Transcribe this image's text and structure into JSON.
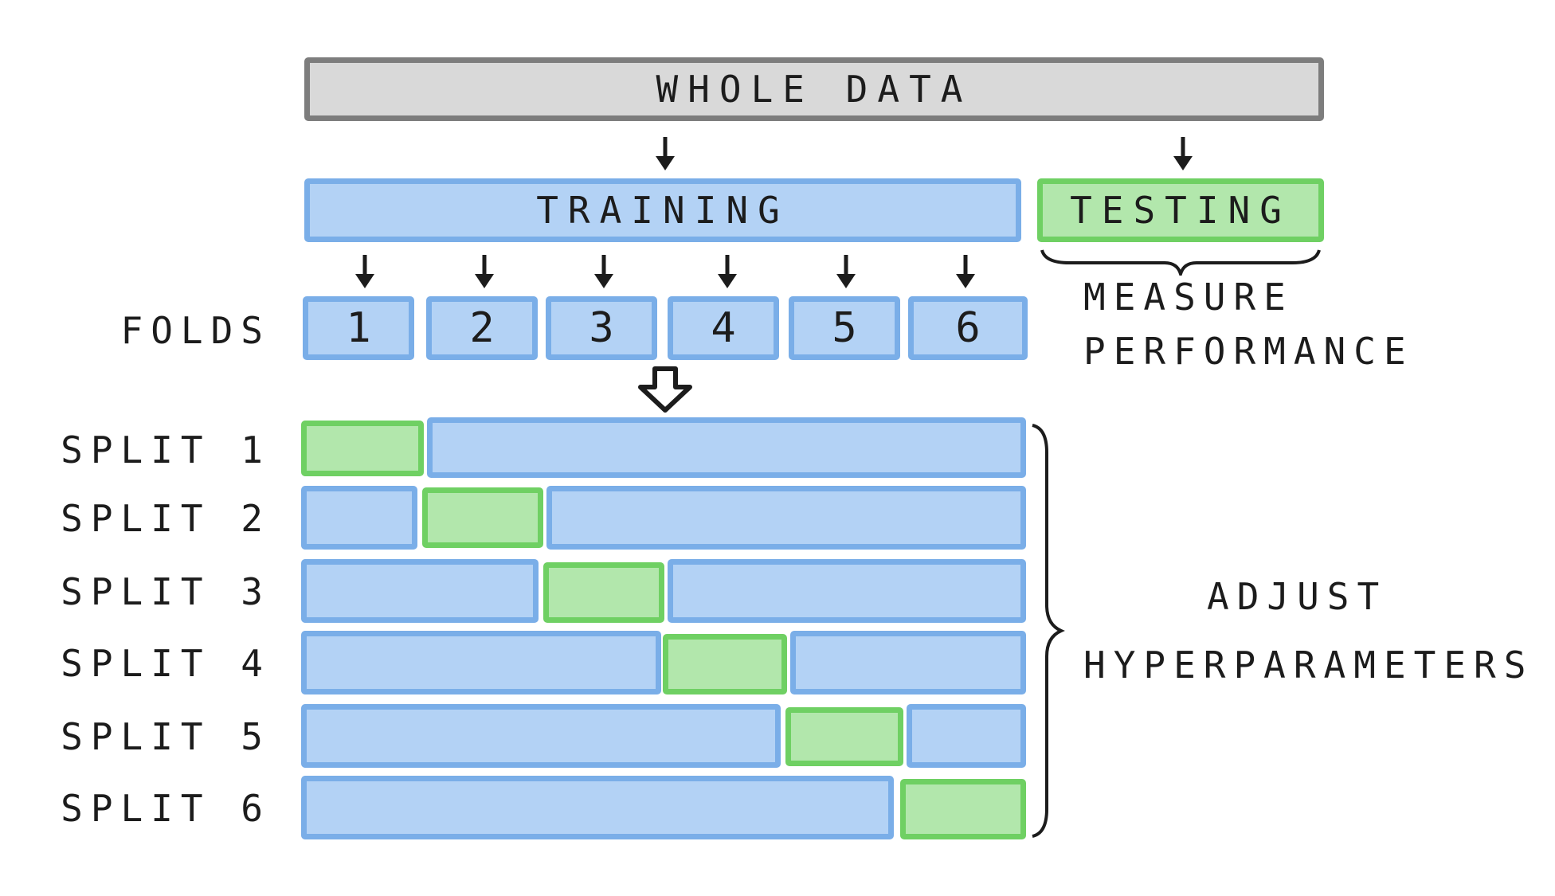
{
  "whole_data": "WHOLE DATA",
  "training": "TRAINING",
  "testing": "TESTING",
  "folds_label": "FOLDS",
  "folds": [
    "1",
    "2",
    "3",
    "4",
    "5",
    "6"
  ],
  "measure": "MEASURE",
  "performance": "PERFORMANCE",
  "splits": [
    "SPLIT 1",
    "SPLIT 2",
    "SPLIT 3",
    "SPLIT 4",
    "SPLIT 5",
    "SPLIT 6"
  ],
  "adjust": "ADJUST",
  "hyperparameters": "HYPERPARAMETERS",
  "colors": {
    "whole": "#d9d9d9",
    "training": "#b3d2f5",
    "testing": "#b2e7ac"
  }
}
